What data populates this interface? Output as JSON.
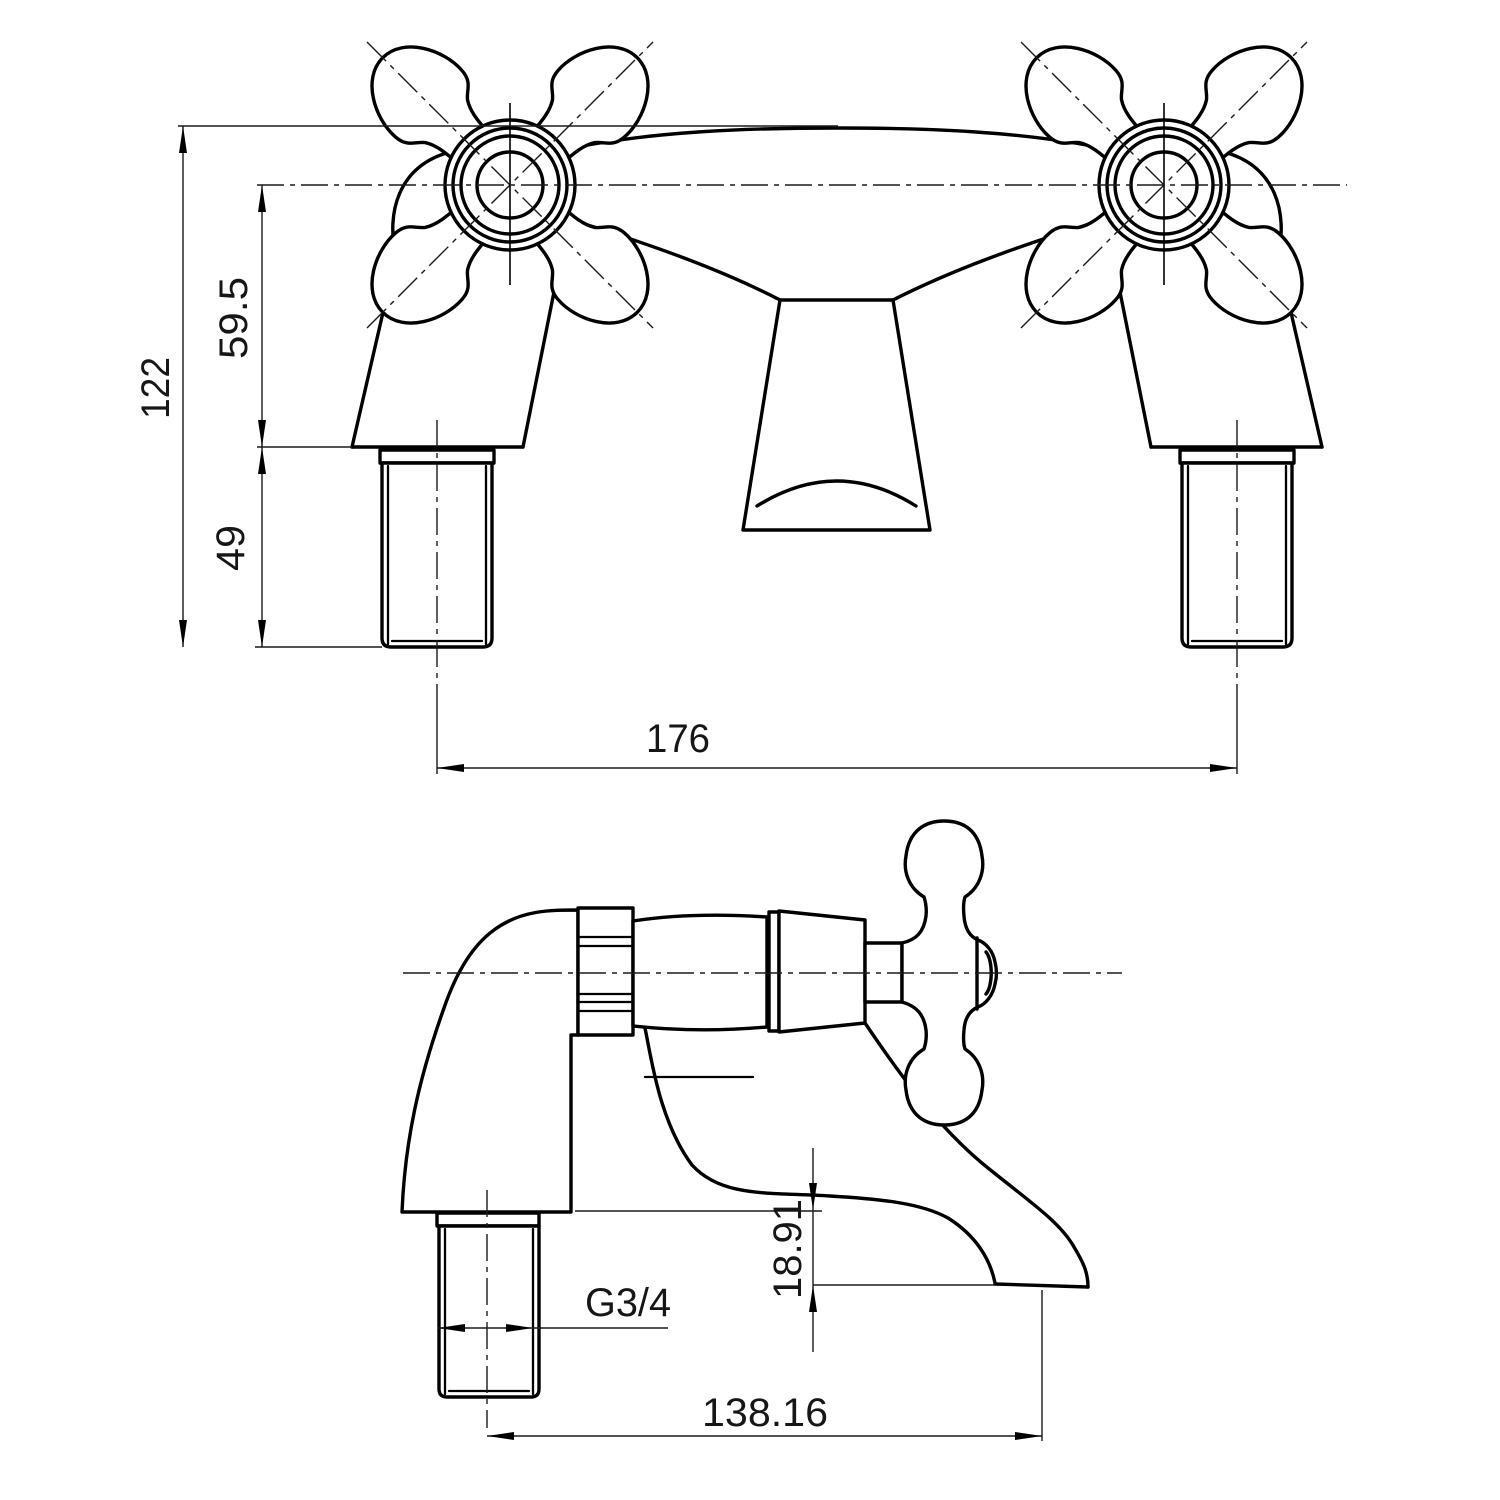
{
  "meta": {
    "background": "#ffffff",
    "ink": "#000000",
    "drawing_kind": "engineering dimension drawing",
    "subject": "two cross-handle bath filler tap, front and side elevations"
  },
  "dimensions": {
    "overall_height": "122",
    "centre_to_base": "59.5",
    "shank_length": "49",
    "inlet_centres": "176",
    "spout_drop": "18.91",
    "thread_size": "G3/4",
    "spout_reach": "138.16"
  }
}
